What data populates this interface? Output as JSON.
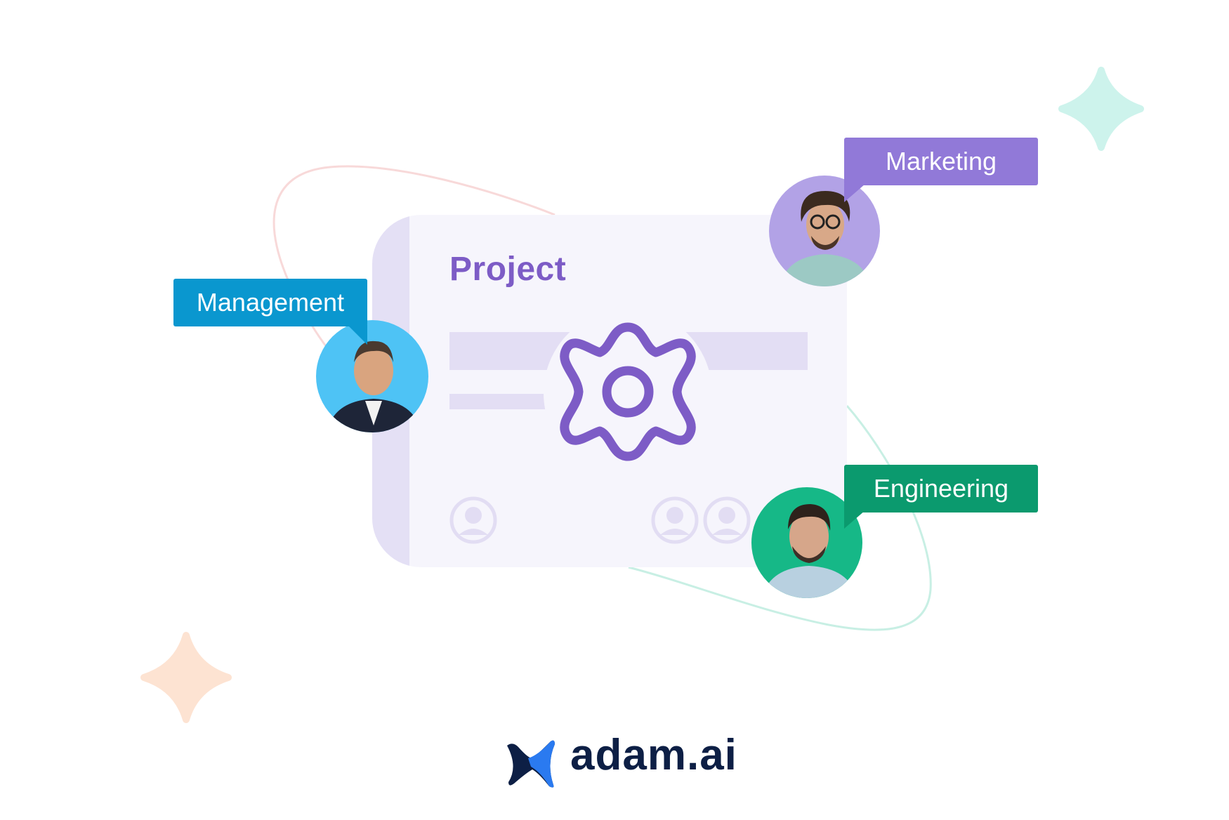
{
  "card": {
    "title": "Project"
  },
  "tags": {
    "management": {
      "label": "Management",
      "color": "#0a97cf",
      "avatar_bg": "#4ec3f5"
    },
    "marketing": {
      "label": "Marketing",
      "color": "#9179d8",
      "avatar_bg": "#b2a2e6"
    },
    "engineering": {
      "label": "Engineering",
      "color": "#0b9a6e",
      "avatar_bg": "#16b887"
    }
  },
  "logo": {
    "text": "adam.ai"
  },
  "colors": {
    "accent": "#7d5cc6",
    "teal_sparkle": "#cdf3ec",
    "peach_sparkle": "#fde3d2"
  }
}
